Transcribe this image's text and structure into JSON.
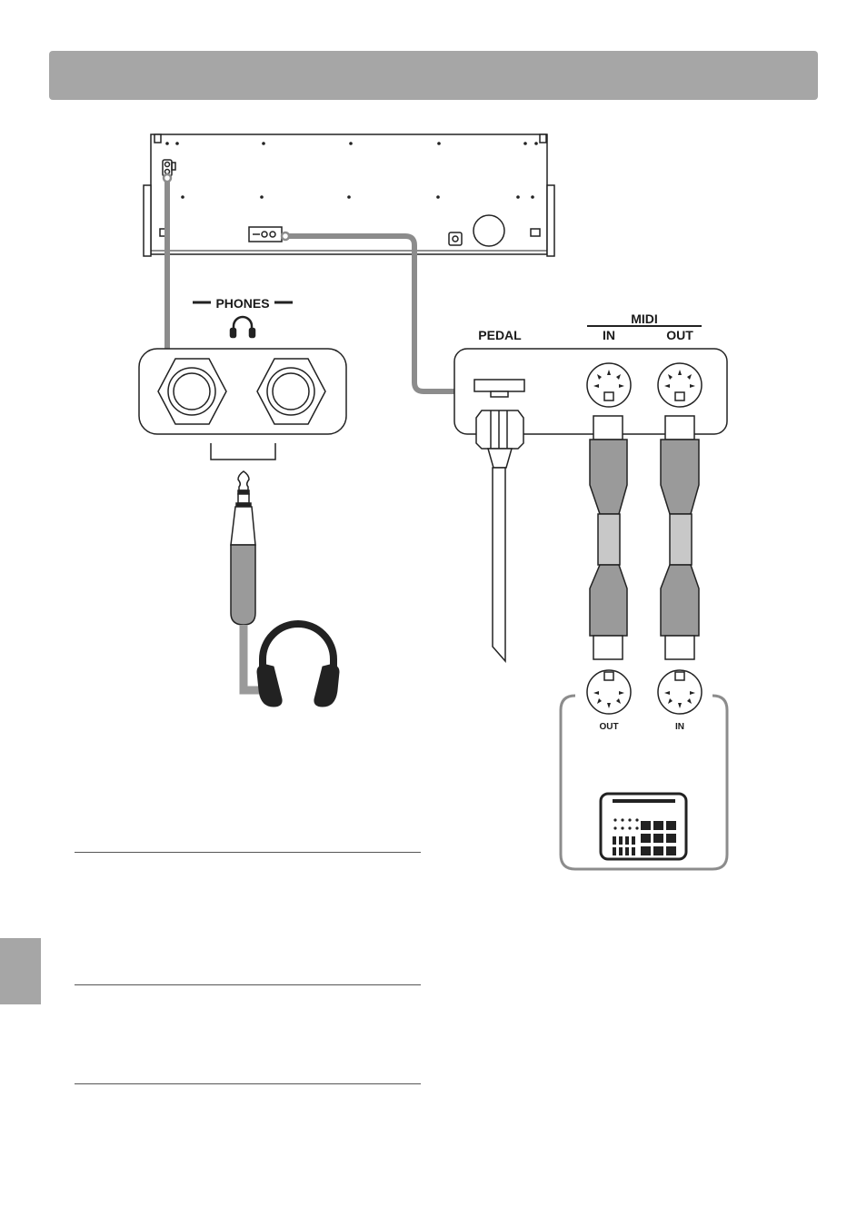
{
  "labels": {
    "phones": "PHONES",
    "pedal": "PEDAL",
    "midi": "MIDI",
    "midi_in": "IN",
    "midi_out": "OUT",
    "device_out": "OUT",
    "device_in": "IN"
  },
  "icons": {
    "headphone_symbol": "headphones-icon",
    "headphones": "headphones-icon",
    "midi_device": "midi-device-icon"
  },
  "colors": {
    "header_bar": "#a6a6a6",
    "cable": "#8c8c8c",
    "device_frame": "#8c8c8c"
  }
}
